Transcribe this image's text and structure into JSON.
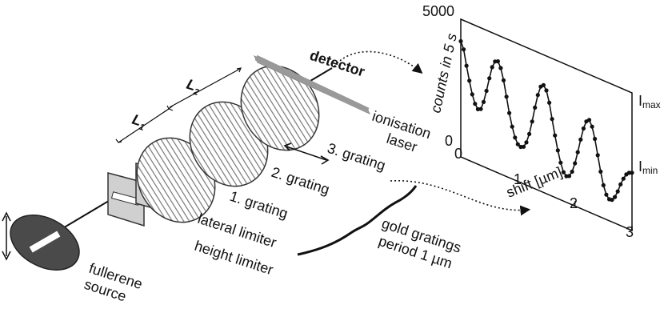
{
  "labels": {
    "fullerene_source": [
      "fullerene",
      "source"
    ],
    "height_limiter": "height limiter",
    "lateral_limiter": "lateral limiter",
    "grating1": "1. grating",
    "grating2": "2. grating",
    "grating3": "3. grating",
    "detector": "detector",
    "ionisation_laser": [
      "ionisation",
      "laser"
    ],
    "gold_gratings": [
      "gold gratings",
      "period 1 µm"
    ],
    "L1": "L",
    "L1_sub": "1",
    "L2": "L",
    "L2_sub": "2"
  },
  "chart_data": {
    "type": "line",
    "xlabel": "shift [µm]",
    "ylabel": "counts in 5 s",
    "x_ticks": [
      "0",
      "1",
      "2",
      "3"
    ],
    "y_ticks": [
      "0",
      "5000"
    ],
    "xlim": [
      0,
      3
    ],
    "ylim": [
      0,
      5000
    ],
    "annotations": [
      "Imax",
      "Imin"
    ],
    "annotation_main": "I",
    "annotation_subs": [
      "max",
      "min"
    ],
    "series": [
      {
        "x": [
          0.0,
          0.05,
          0.1,
          0.15,
          0.2,
          0.25,
          0.3,
          0.35,
          0.4,
          0.45,
          0.5,
          0.55,
          0.6,
          0.65,
          0.7,
          0.75,
          0.8,
          0.85,
          0.9,
          0.95,
          1.0,
          1.05,
          1.1,
          1.15,
          1.2,
          1.25,
          1.3,
          1.35,
          1.4,
          1.45,
          1.5,
          1.55,
          1.6,
          1.65,
          1.7,
          1.75,
          1.8,
          1.85,
          1.9,
          1.95,
          2.0,
          2.05,
          2.1,
          2.15,
          2.2,
          2.25,
          2.3,
          2.35,
          2.4,
          2.45,
          2.5,
          2.55,
          2.6,
          2.65,
          2.7,
          2.75,
          2.8,
          2.85,
          2.9,
          2.95,
          3.0
        ],
        "y": [
          4200,
          3950,
          3400,
          2900,
          2450,
          2150,
          2000,
          2050,
          2350,
          2800,
          3300,
          3750,
          4000,
          4050,
          3850,
          3450,
          2900,
          2350,
          1900,
          1550,
          1350,
          1300,
          1350,
          1550,
          1900,
          2400,
          2950,
          3450,
          3800,
          3900,
          3750,
          3350,
          2800,
          2250,
          1750,
          1350,
          1050,
          950,
          1000,
          1200,
          1550,
          2000,
          2500,
          2950,
          3250,
          3350,
          3150,
          2750,
          2200,
          1650,
          1200,
          900,
          780,
          800,
          950,
          1200,
          1500,
          1750,
          1950,
          2050,
          2100
        ]
      }
    ]
  }
}
